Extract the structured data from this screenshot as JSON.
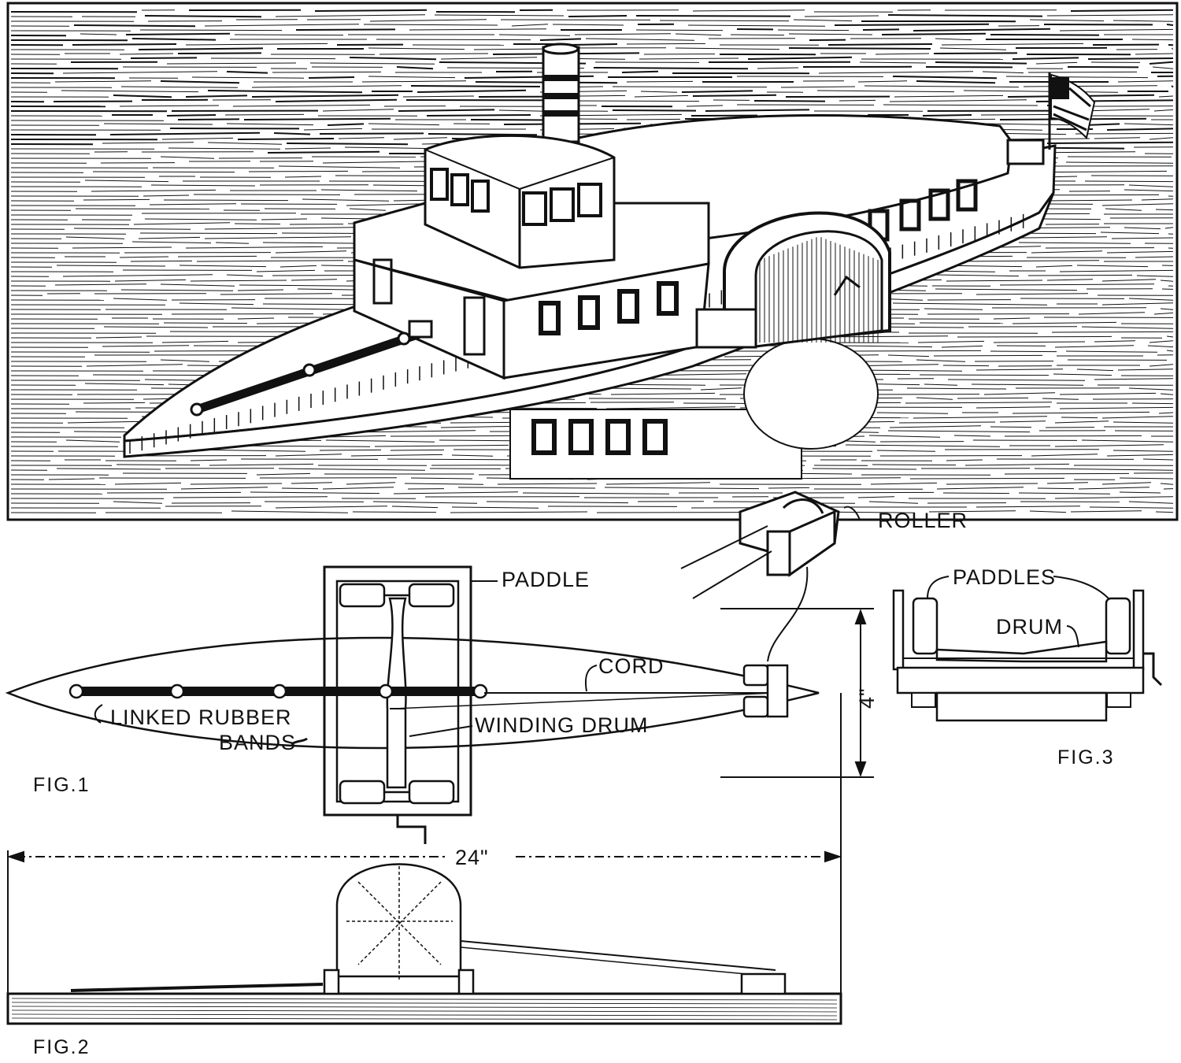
{
  "figure_labels": {
    "fig1": "FIG.1",
    "fig2": "FIG.2",
    "fig3": "FIG.3"
  },
  "callouts": {
    "roller": "ROLLER",
    "paddle": "PADDLE",
    "cord": "CORD",
    "winding_drum": "WINDING DRUM",
    "linked_rubber_bands_line1": "LINKED RUBBER",
    "linked_rubber_bands_line2": "BANDS",
    "paddles": "PADDLES",
    "drum": "DRUM"
  },
  "dimensions": {
    "width": "4\"",
    "length": "24\""
  },
  "illustration": {
    "subject": "sidewheel-steamboat-model",
    "flag": "american-flag"
  }
}
